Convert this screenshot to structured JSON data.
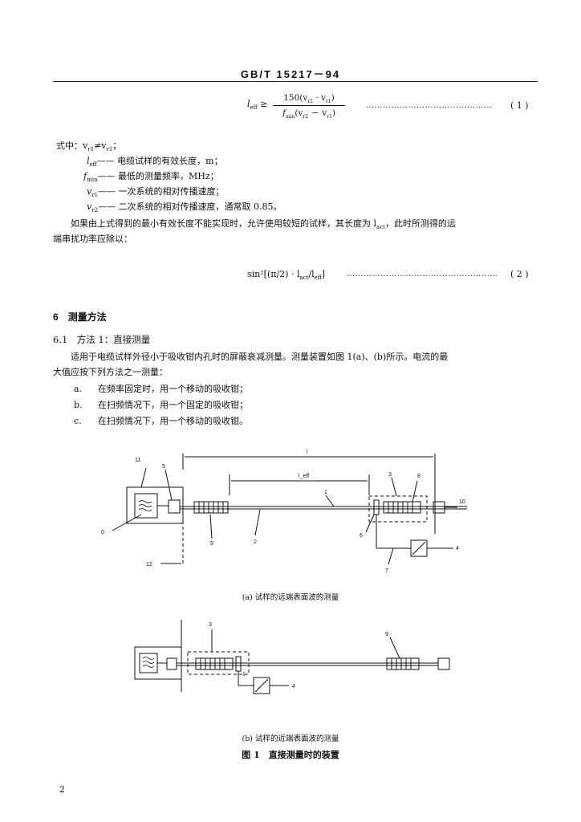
{
  "header": "GB/T  15217－94",
  "formula1": {
    "lhs": "l",
    "lhs_sub": "eff",
    "op": "≥",
    "numerator": "150(v",
    "num_sub1": "r2",
    "num_mid": " · v",
    "num_sub2": "r1",
    "num_end": ")",
    "denominator": "f",
    "den_sub": "min",
    "den_mid": "(v",
    "den_sub2": "r2",
    "den_mid2": " － v",
    "den_sub3": "r1",
    "den_end": ")",
    "dots": "………………………………………",
    "number": "( 1 )"
  },
  "where_line": "式中：v",
  "where_sub1": "r1",
  "where_neq": "≠v",
  "where_sub2": "r1",
  "where_colon": "；",
  "definitions": [
    {
      "sym": "l",
      "sub": "eff",
      "text": "—— 电缆试样的有效长度，m；"
    },
    {
      "sym": "f",
      "sub": "min",
      "text": "—— 最低的测量频率，MHz；"
    },
    {
      "sym": "v",
      "sub": "r1",
      "text": "—— 一次系统的相对传播速度；"
    },
    {
      "sym": "v",
      "sub": "r2",
      "text": "—— 二次系统的相对传播速度，通常取 0.85。"
    }
  ],
  "para1_line1": "如果由上式得到的最小有效长度不能实现时，允许使用较短的试样，其长度为 l",
  "para1_sub": "act",
  "para1_line1_end": "，此时所测得的远",
  "para1_line2": "端串扰功率应除以：",
  "formula2": {
    "text": "sin²[(π/2) · l",
    "sub1": "act",
    "mid": "/l",
    "sub2": "eff",
    "end": "]",
    "dots": "………………………………………………",
    "number": "( 2 )"
  },
  "section6": "6　测量方法",
  "section61": "6.1　方法 1：直接测量",
  "para2_line1": "适用于电缆试样外径小于吸收钳内孔时的屏蔽衰减测量。测量装置如图 1(a)、(b)所示。电流的最",
  "para2_line2": "大值应按下列方法之一测量：",
  "list": [
    {
      "marker": "a.",
      "text": "在频率固定时，用一个移动的吸收钳；"
    },
    {
      "marker": "b.",
      "text": "在扫频情况下，用一个固定的吸收钳；"
    },
    {
      "marker": "c.",
      "text": "在扫频情况下，用一个移动的吸收钳。"
    }
  ],
  "figA_labels": {
    "l": "l",
    "leff": "l_eff",
    "n1": "1",
    "n2": "2",
    "n3": "3",
    "n4": "4",
    "n5": "5",
    "n6": "6",
    "n7": "7",
    "n8": "8",
    "n9": "9",
    "n10": "10",
    "n11": "11",
    "n12": "12",
    "n0": "0"
  },
  "figA_caption": "(a) 试样的远端表面波的测量",
  "figB_labels": {
    "n3": "3",
    "n4": "4",
    "n9": "9",
    "n1": "1"
  },
  "figB_caption": "(b) 试样的近端表面波的测量",
  "fig_title": "图 1　直接测量时的装置",
  "page_number": "2"
}
